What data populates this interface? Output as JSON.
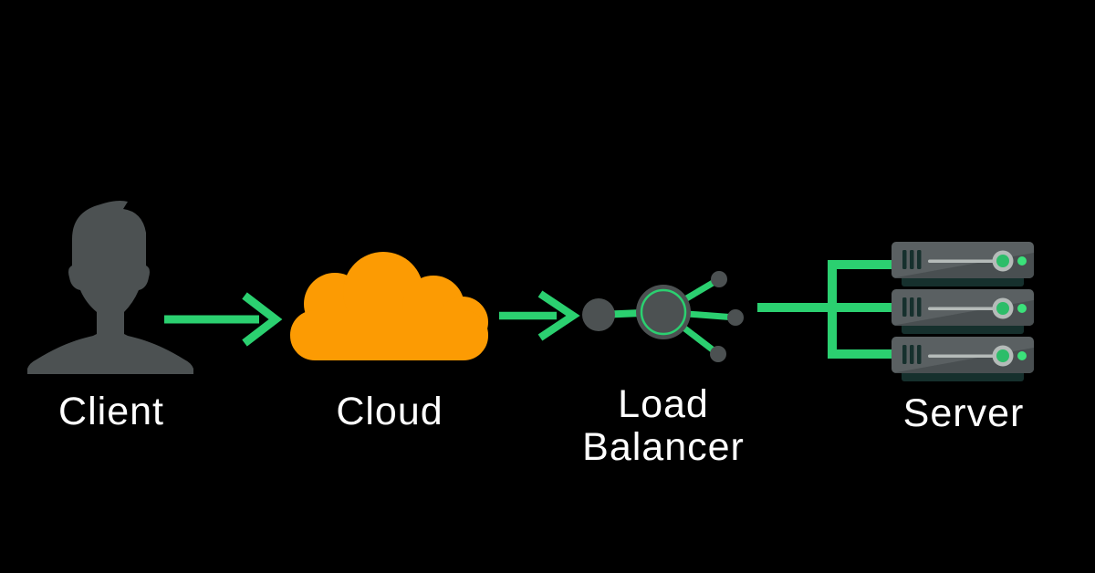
{
  "diagram": {
    "nodes": [
      {
        "id": "client",
        "label": "Client",
        "icon": "person-silhouette-icon"
      },
      {
        "id": "cloud",
        "label": "Cloud",
        "icon": "cloud-icon"
      },
      {
        "id": "load-balancer",
        "label": "Load Balancer",
        "icon": "load-balancer-icon"
      },
      {
        "id": "server",
        "label": "Server",
        "icon": "server-rack-icon",
        "server_count": 3
      }
    ],
    "connections": [
      {
        "from": "client",
        "to": "cloud",
        "type": "arrow"
      },
      {
        "from": "cloud",
        "to": "load-balancer",
        "type": "arrow"
      },
      {
        "from": "load-balancer",
        "to": "server",
        "type": "three-way-bracket"
      }
    ]
  },
  "colors": {
    "background": "#000000",
    "accent_green": "#2bd070",
    "cloud_orange": "#fc9b03",
    "silhouette_gray": "#4c5152",
    "server_gray": "#5a6062",
    "server_gray_dark": "#494f51",
    "server_teal": "#16302d",
    "knob_silver": "#b5bbb9",
    "label_white": "#ffffff"
  }
}
